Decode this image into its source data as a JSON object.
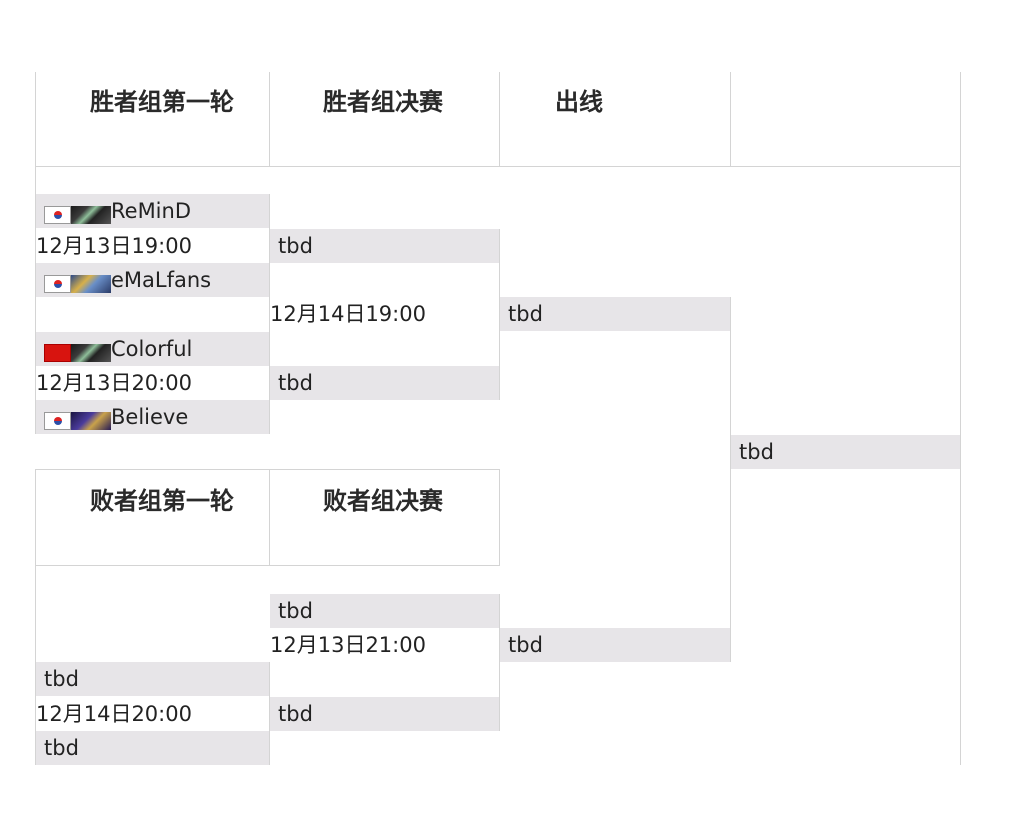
{
  "headers": {
    "winners_round1": "胜者组第一轮",
    "winners_final": "胜者组决赛",
    "qualify": "出线",
    "losers_round1": "败者组第一轮",
    "losers_final": "败者组决赛"
  },
  "winners_round1": {
    "match1": {
      "player1": {
        "name": "ReMinD",
        "flag": "kr-flag-icon",
        "race": "undead-icon"
      },
      "time": "12月13日19:00",
      "player2": {
        "name": "eMaLfans",
        "flag": "kr-flag-icon",
        "race": "human-icon"
      }
    },
    "match2": {
      "player1": {
        "name": "Colorful",
        "flag": "cn-flag-icon",
        "race": "undead-icon"
      },
      "time": "12月13日20:00",
      "player2": {
        "name": "Believe",
        "flag": "kr-flag-icon",
        "race": "nightelf-icon"
      }
    }
  },
  "winners_final": {
    "slot1": "tbd",
    "time": "12月14日19:00",
    "slot2": "tbd"
  },
  "qualify": {
    "winners_slot": "tbd",
    "final_slot": "tbd",
    "losers_slot": "tbd"
  },
  "losers_final": {
    "slot1": "tbd",
    "time": "12月13日21:00",
    "slot2": "tbd"
  },
  "losers_round1": {
    "slot1": "tbd",
    "time": "12月14日20:00",
    "slot2": "tbd"
  }
}
